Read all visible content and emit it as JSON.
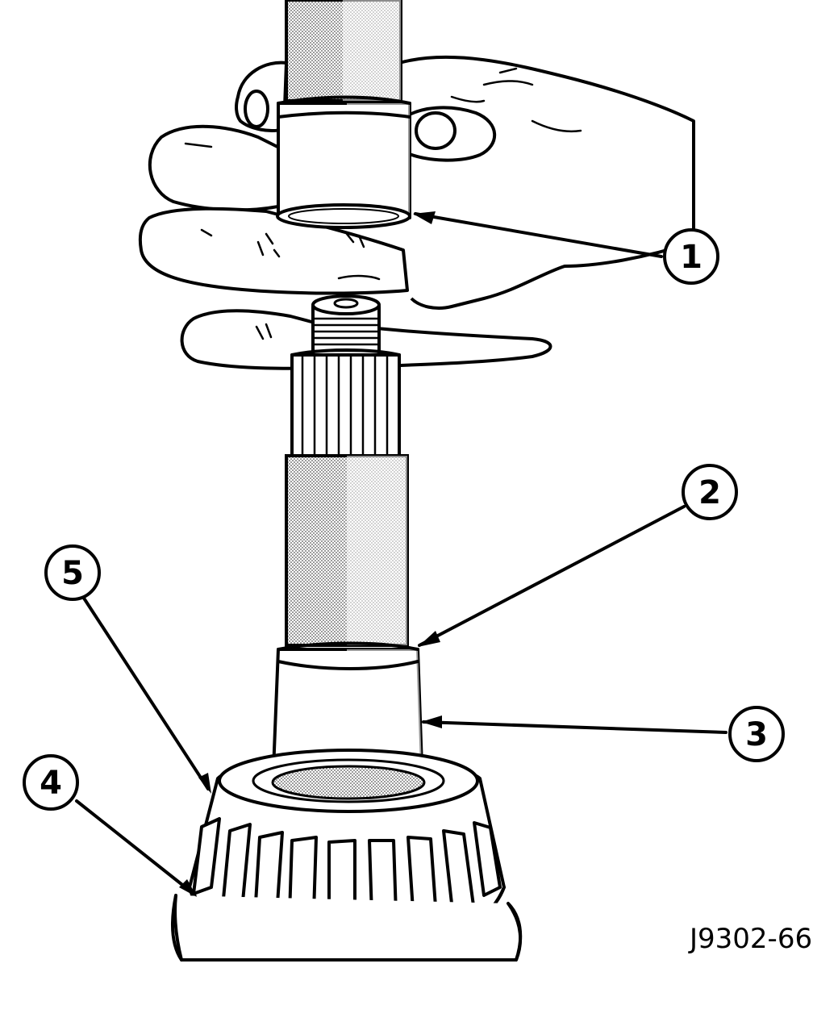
{
  "callouts": [
    {
      "label": "1"
    },
    {
      "label": "2"
    },
    {
      "label": "3"
    },
    {
      "label": "4"
    },
    {
      "label": "5"
    }
  ],
  "figure_code": "J9302-66",
  "colors": {
    "ink": "#000000",
    "shade": "#bdbdbd",
    "background": "#ffffff"
  }
}
